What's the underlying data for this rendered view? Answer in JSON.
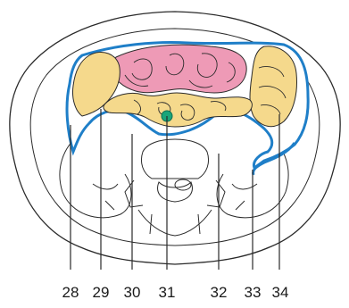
{
  "labels": [
    {
      "text": "28"
    },
    {
      "text": "29"
    },
    {
      "text": "30"
    },
    {
      "text": "31"
    },
    {
      "text": "32"
    },
    {
      "text": "33"
    },
    {
      "text": "34"
    }
  ],
  "colors": {
    "outline": "#2a2a2a",
    "peritoneum": "#1f7fc8",
    "colon_fill": "#f5d98c",
    "small_bowel_fill": "#ee9ab6",
    "marker": "#1aa57a",
    "leader": "#2a2a2a"
  }
}
